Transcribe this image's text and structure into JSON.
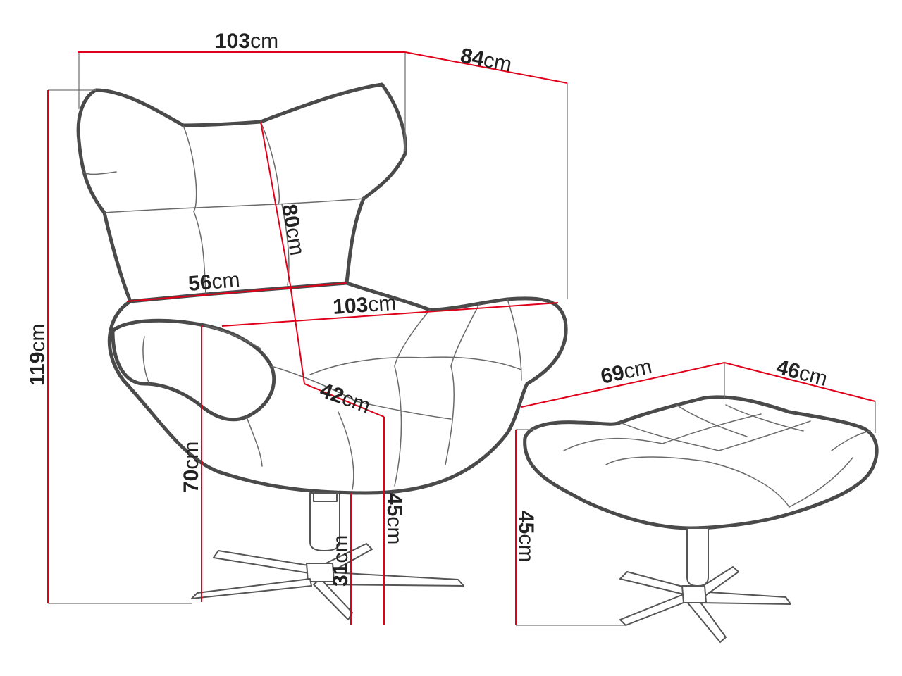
{
  "dimensions": {
    "chair_width_top": {
      "value": "103",
      "unit": "cm"
    },
    "chair_depth": {
      "value": "84",
      "unit": "cm"
    },
    "backrest_height": {
      "value": "80",
      "unit": "cm"
    },
    "seat_width_inner": {
      "value": "56",
      "unit": "cm"
    },
    "chair_width_arms": {
      "value": "103",
      "unit": "cm"
    },
    "seat_depth": {
      "value": "42",
      "unit": "cm"
    },
    "total_height": {
      "value": "119",
      "unit": "cm"
    },
    "armrest_height": {
      "value": "70",
      "unit": "cm"
    },
    "seat_height": {
      "value": "45",
      "unit": "cm"
    },
    "base_height": {
      "value": "31",
      "unit": "cm"
    },
    "ottoman_width": {
      "value": "69",
      "unit": "cm"
    },
    "ottoman_depth": {
      "value": "46",
      "unit": "cm"
    },
    "ottoman_height": {
      "value": "45",
      "unit": "cm"
    }
  },
  "colors": {
    "dimension_line": "#e1001a",
    "outline": "#4a4a4a",
    "text": "#222222"
  }
}
